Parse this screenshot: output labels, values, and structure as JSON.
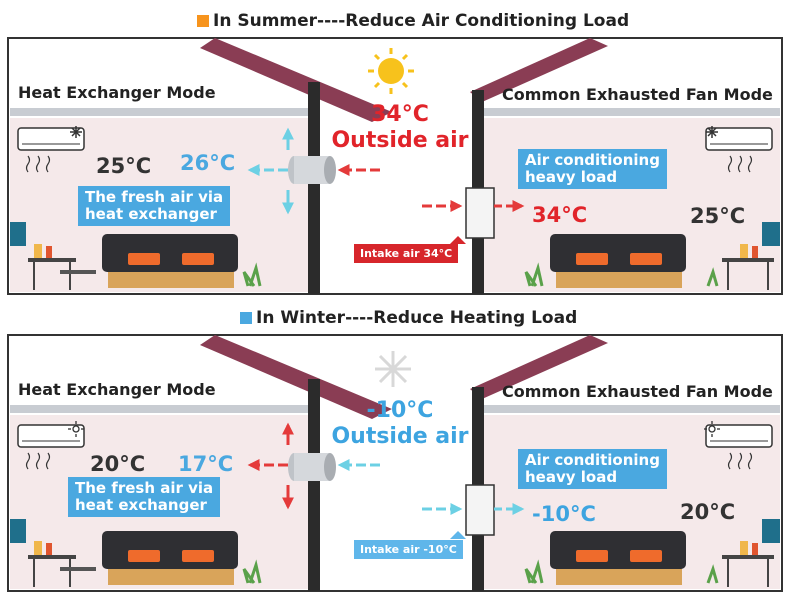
{
  "summer": {
    "title": "In Summer----Reduce Air Conditioning Load",
    "title_color": "#f7941d",
    "left_mode": "Heat Exchanger Mode",
    "right_mode": "Common Exhausted Fan Mode",
    "left_room_temp": "25°C",
    "left_supply_temp": "26°C",
    "fresh_air_line1": "The fresh air via",
    "fresh_air_line2": "heat exchanger",
    "outside_temp": "34°C",
    "outside_label": "Outside air",
    "outside_color": "#e1242a",
    "ac_line1": "Air conditioning",
    "ac_line2": "heavy load",
    "right_supply_temp": "34°C",
    "right_room_temp": "25°C",
    "intake_label": "Intake air 34°C",
    "intake_color": "#d7262b",
    "ac_icon": "snowflake-icon",
    "sky_icon": "sun-icon"
  },
  "winter": {
    "title": "In Winter----Reduce Heating Load",
    "title_color": "#4aa8e0",
    "left_mode": "Heat Exchanger Mode",
    "right_mode": "Common Exhausted Fan Mode",
    "left_room_temp": "20°C",
    "left_supply_temp": "17°C",
    "fresh_air_line1": "The fresh air via",
    "fresh_air_line2": "heat exchanger",
    "outside_temp": "-10°C",
    "outside_label": "Outside air",
    "outside_color": "#3da4e0",
    "ac_line1": "Air conditioning",
    "ac_line2": "heavy load",
    "right_supply_temp": "-10°C",
    "right_room_temp": "20°C",
    "intake_label": "Intake air -10°C",
    "intake_color": "#5fb6ea",
    "ac_icon": "sun-icon",
    "sky_icon": "snowflake-icon"
  },
  "colors": {
    "roof": "#8a3d54",
    "wall": "#f5e9ea",
    "pillar": "#2b2b2b",
    "hot_arrow": "#e43a3a",
    "cold_arrow": "#6cd0e4",
    "label_bg": "#4aa8e0",
    "sofa": "#2f2f33",
    "sofa_base": "#d9a45a",
    "cushion": "#ef6b2c"
  }
}
